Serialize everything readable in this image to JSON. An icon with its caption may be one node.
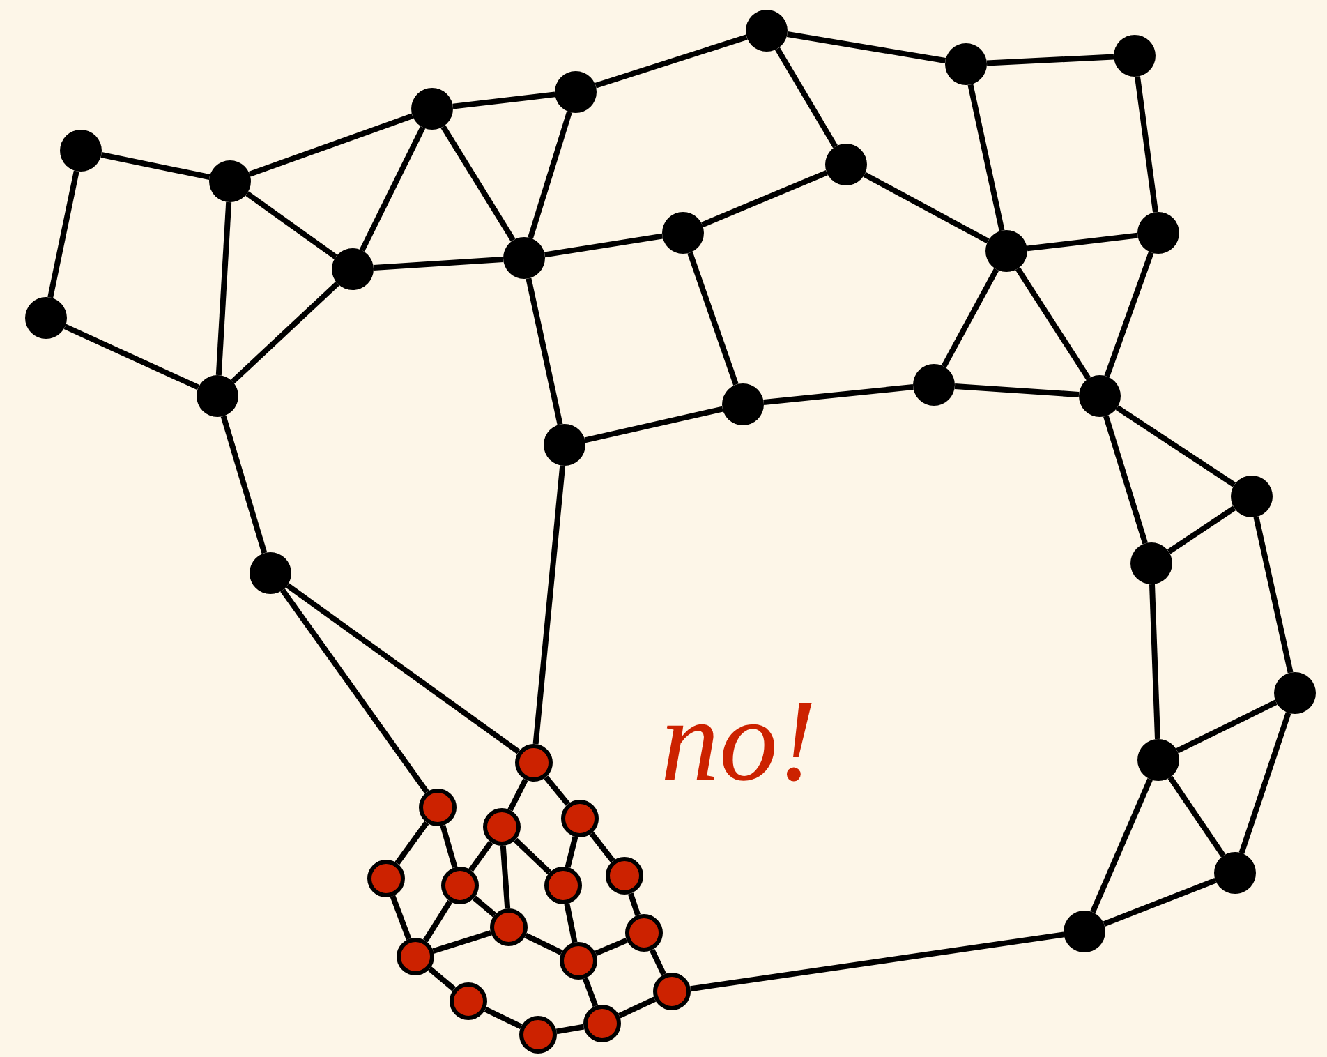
{
  "diagram": {
    "nodes": [
      {
        "text": [],
        "shape": "circle"
      },
      {
        "text": [],
        "shape": "circle"
      },
      {
        "text": [],
        "shape": "circle"
      },
      {
        "text": [],
        "shape": "circle"
      },
      {
        "text": [],
        "shape": "circle"
      },
      {
        "text": [],
        "shape": "circle"
      },
      {
        "text": [],
        "shape": "circle"
      },
      {
        "text": [],
        "shape": "circle"
      },
      {
        "text": [],
        "shape": "circle"
      },
      {
        "text": [],
        "shape": "circle"
      },
      {
        "text": [],
        "shape": "circle"
      },
      {
        "text": [],
        "shape": "circle"
      },
      {
        "text": [],
        "shape": "circle"
      },
      {
        "text": [],
        "shape": "circle"
      },
      {
        "text": [],
        "shape": "circle"
      },
      {
        "text": [],
        "shape": "circle"
      },
      {
        "text": [],
        "shape": "circle"
      },
      {
        "text": [],
        "shape": "circle"
      },
      {
        "text": [],
        "shape": "circle"
      },
      {
        "text": [],
        "shape": "circle"
      },
      {
        "text": [],
        "shape": "circle"
      },
      {
        "text": [],
        "shape": "circle"
      },
      {
        "text": [],
        "shape": "circle"
      },
      {
        "text": [],
        "shape": "circle"
      },
      {
        "text": [],
        "shape": "circle"
      },
      {
        "text": [],
        "shape": "circle"
      },
      {
        "text": [],
        "shape": "circle"
      },
      {
        "text": [],
        "shape": "circle"
      },
      {
        "text": [],
        "shape": "circle"
      },
      {
        "text": [],
        "shape": "circle"
      },
      {
        "text": [],
        "shape": "circle"
      },
      {
        "text": [],
        "shape": "circle"
      },
      {
        "text": [],
        "shape": "circle"
      },
      {
        "text": [],
        "shape": "circle"
      },
      {
        "text": [],
        "shape": "circle"
      },
      {
        "text": [],
        "shape": "circle"
      },
      {
        "text": [],
        "shape": "circle"
      },
      {
        "text": [],
        "shape": "circle"
      },
      {
        "text": [],
        "shape": "circle"
      },
      {
        "text": [],
        "shape": "circle"
      },
      {
        "text": [],
        "shape": "circle"
      },
      {
        "text": [],
        "shape": "circle"
      }
    ],
    "edges": [
      {
        "from": 0,
        "to": 1,
        "arrow": "none"
      },
      {
        "from": 0,
        "to": 2,
        "arrow": "none"
      },
      {
        "from": 1,
        "to": 3,
        "arrow": "none"
      },
      {
        "from": 2,
        "to": 3,
        "arrow": "none"
      },
      {
        "from": 2,
        "to": 4,
        "arrow": "none"
      },
      {
        "from": 2,
        "to": 5,
        "arrow": "none"
      },
      {
        "from": 3,
        "to": 4,
        "arrow": "none"
      },
      {
        "from": 4,
        "to": 5,
        "arrow": "none"
      },
      {
        "from": 4,
        "to": 7,
        "arrow": "none"
      },
      {
        "from": 5,
        "to": 6,
        "arrow": "none"
      },
      {
        "from": 5,
        "to": 7,
        "arrow": "none"
      },
      {
        "from": 6,
        "to": 7,
        "arrow": "none"
      },
      {
        "from": 7,
        "to": 8,
        "arrow": "none"
      },
      {
        "from": 8,
        "to": 10,
        "arrow": "none"
      },
      {
        "from": 9,
        "to": 10,
        "arrow": "none"
      },
      {
        "from": 6,
        "to": 9,
        "arrow": "none"
      },
      {
        "from": 9,
        "to": 11,
        "arrow": "none"
      },
      {
        "from": 11,
        "to": 12,
        "arrow": "none"
      },
      {
        "from": 12,
        "to": 14,
        "arrow": "none"
      },
      {
        "from": 11,
        "to": 13,
        "arrow": "none"
      },
      {
        "from": 10,
        "to": 13,
        "arrow": "none"
      },
      {
        "from": 13,
        "to": 14,
        "arrow": "none"
      },
      {
        "from": 14,
        "to": 18,
        "arrow": "none"
      },
      {
        "from": 13,
        "to": 17,
        "arrow": "none"
      },
      {
        "from": 13,
        "to": 18,
        "arrow": "none"
      },
      {
        "from": 17,
        "to": 18,
        "arrow": "none"
      },
      {
        "from": 16,
        "to": 17,
        "arrow": "none"
      },
      {
        "from": 8,
        "to": 16,
        "arrow": "none"
      },
      {
        "from": 15,
        "to": 16,
        "arrow": "none"
      },
      {
        "from": 7,
        "to": 15,
        "arrow": "none"
      },
      {
        "from": 3,
        "to": 21,
        "arrow": "none"
      },
      {
        "from": 18,
        "to": 20,
        "arrow": "none"
      },
      {
        "from": 18,
        "to": 19,
        "arrow": "none"
      },
      {
        "from": 19,
        "to": 20,
        "arrow": "none"
      },
      {
        "from": 19,
        "to": 22,
        "arrow": "none"
      },
      {
        "from": 20,
        "to": 23,
        "arrow": "none"
      },
      {
        "from": 22,
        "to": 23,
        "arrow": "none"
      },
      {
        "from": 22,
        "to": 24,
        "arrow": "none"
      },
      {
        "from": 23,
        "to": 24,
        "arrow": "none"
      },
      {
        "from": 23,
        "to": 25,
        "arrow": "none"
      },
      {
        "from": 24,
        "to": 25,
        "arrow": "none"
      },
      {
        "from": 21,
        "to": 27,
        "arrow": "none"
      },
      {
        "from": 21,
        "to": 26,
        "arrow": "none"
      },
      {
        "from": 15,
        "to": 26,
        "arrow": "none"
      },
      {
        "from": 25,
        "to": 41,
        "arrow": "none"
      },
      {
        "from": 26,
        "to": 28,
        "arrow": "none"
      },
      {
        "from": 26,
        "to": 29,
        "arrow": "none"
      },
      {
        "from": 27,
        "to": 30,
        "arrow": "none"
      },
      {
        "from": 27,
        "to": 31,
        "arrow": "none"
      },
      {
        "from": 28,
        "to": 31,
        "arrow": "none"
      },
      {
        "from": 28,
        "to": 34,
        "arrow": "none"
      },
      {
        "from": 28,
        "to": 32,
        "arrow": "none"
      },
      {
        "from": 29,
        "to": 32,
        "arrow": "none"
      },
      {
        "from": 29,
        "to": 33,
        "arrow": "none"
      },
      {
        "from": 30,
        "to": 36,
        "arrow": "none"
      },
      {
        "from": 31,
        "to": 34,
        "arrow": "none"
      },
      {
        "from": 31,
        "to": 36,
        "arrow": "none"
      },
      {
        "from": 34,
        "to": 36,
        "arrow": "none"
      },
      {
        "from": 34,
        "to": 37,
        "arrow": "none"
      },
      {
        "from": 32,
        "to": 37,
        "arrow": "none"
      },
      {
        "from": 33,
        "to": 35,
        "arrow": "none"
      },
      {
        "from": 35,
        "to": 37,
        "arrow": "none"
      },
      {
        "from": 35,
        "to": 41,
        "arrow": "none"
      },
      {
        "from": 36,
        "to": 38,
        "arrow": "none"
      },
      {
        "from": 38,
        "to": 39,
        "arrow": "none"
      },
      {
        "from": 39,
        "to": 40,
        "arrow": "none"
      },
      {
        "from": 37,
        "to": 40,
        "arrow": "none"
      },
      {
        "from": 40,
        "to": 41,
        "arrow": "none"
      }
    ],
    "labels": [
      "no!"
    ]
  }
}
